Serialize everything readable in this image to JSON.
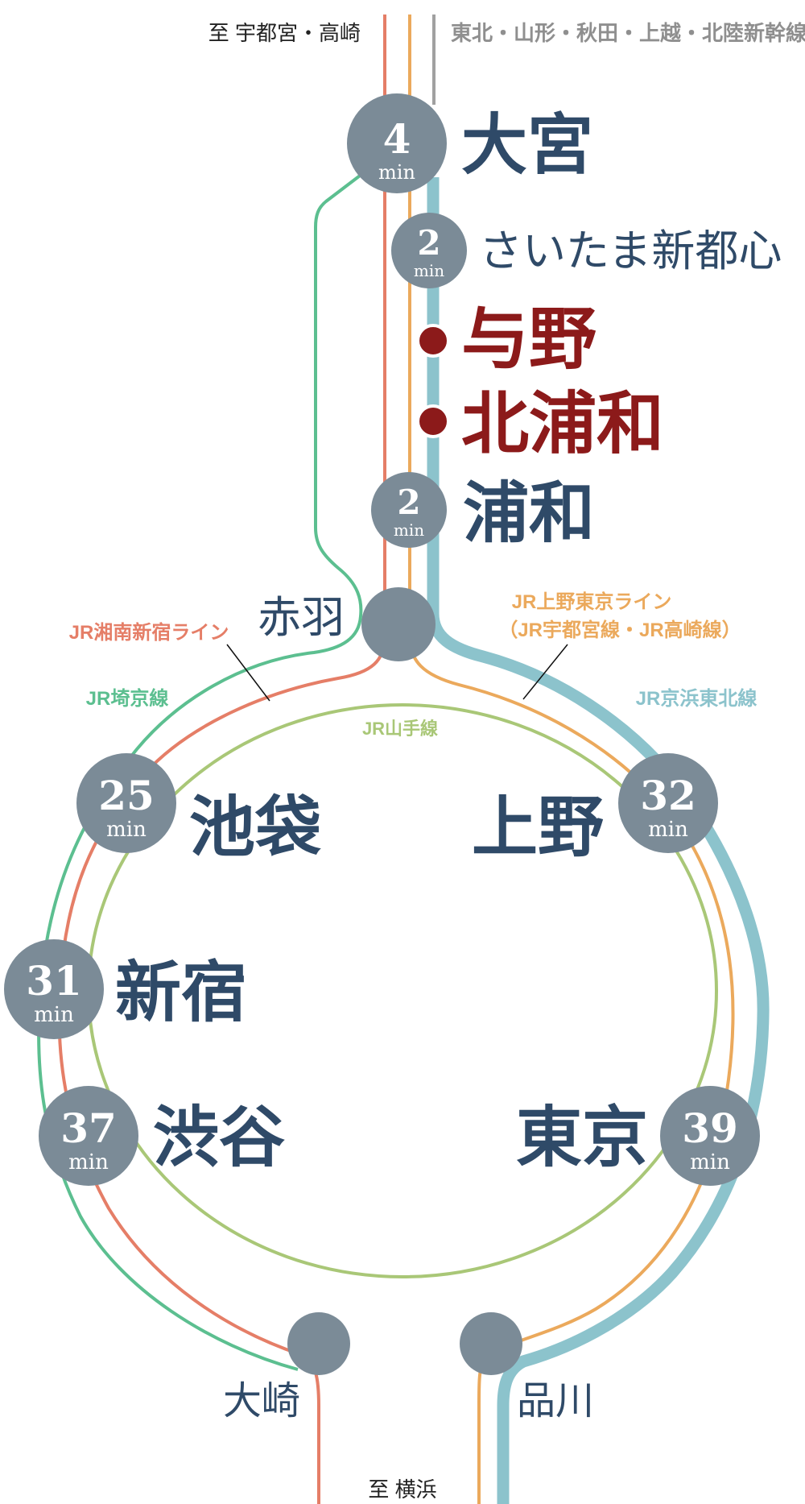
{
  "directions": {
    "north": "至 宇都宮・高崎",
    "shinkansen": "東北・山形・秋田・上越・北陸新幹線",
    "south": "至 横浜"
  },
  "colors": {
    "shonan": "#e57e67",
    "utsunomiya": "#eba95c",
    "keihin": "#8cc3cc",
    "saikyo": "#5cbf90",
    "yamanote": "#a9c777",
    "shinkansen": "#a0a0a0",
    "badge": "#7b8b97",
    "station_text": "#2f4a68",
    "highlight": "#8c1a1a"
  },
  "lines": {
    "shonan": "JR湘南新宿ライン",
    "ueno_tokyo": "JR上野東京ライン",
    "ueno_tokyo_sub": "（JR宇都宮線・JR高崎線）",
    "saikyo": "JR埼京線",
    "keihin": "JR京浜東北線",
    "yamanote": "JR山手線"
  },
  "stations": {
    "omiya": {
      "name": "大宮",
      "minutes": "4",
      "unit": "min"
    },
    "saitama_shintoshin": {
      "name": "さいたま新都心",
      "minutes": "2",
      "unit": "min"
    },
    "yono": {
      "name": "与野"
    },
    "kita_urawa": {
      "name": "北浦和"
    },
    "urawa": {
      "name": "浦和",
      "minutes": "2",
      "unit": "min"
    },
    "akabane": {
      "name": "赤羽"
    },
    "ikebukuro": {
      "name": "池袋",
      "minutes": "25",
      "unit": "min"
    },
    "ueno": {
      "name": "上野",
      "minutes": "32",
      "unit": "min"
    },
    "shinjuku": {
      "name": "新宿",
      "minutes": "31",
      "unit": "min"
    },
    "shibuya": {
      "name": "渋谷",
      "minutes": "37",
      "unit": "min"
    },
    "tokyo": {
      "name": "東京",
      "minutes": "39",
      "unit": "min"
    },
    "osaki": {
      "name": "大崎"
    },
    "shinagawa": {
      "name": "品川"
    }
  },
  "icons": {
    "highlight_marker": "filled-circle-icon",
    "station_node": "station-circle-icon"
  }
}
